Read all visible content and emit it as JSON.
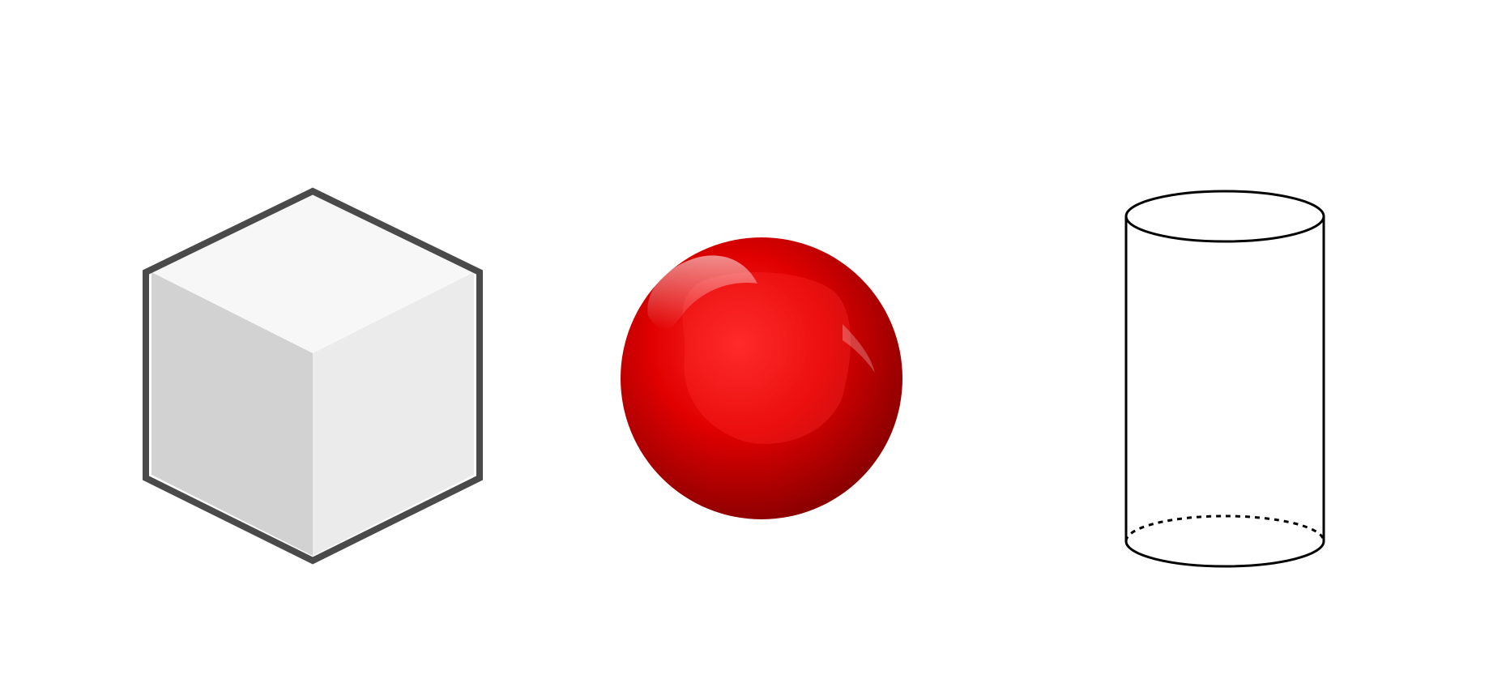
{
  "background_color": "#ffffff",
  "shapes": [
    {
      "kind": "cube",
      "icon": "cube-icon",
      "colors": {
        "outline": "#4a4a4a",
        "top_face": "#f7f7f7",
        "left_face": "#d2d2d2",
        "right_face": "#ebebeb"
      }
    },
    {
      "kind": "sphere",
      "icon": "sphere-icon",
      "colors": {
        "highlight": "#ff2a2a",
        "base": "#e00000",
        "shadow": "#7a0000",
        "gloss": "#ffffff"
      }
    },
    {
      "kind": "cylinder",
      "icon": "cylinder-icon",
      "colors": {
        "outline": "#000000",
        "fill": "#ffffff"
      },
      "hidden_edge_style": "dashed"
    }
  ]
}
